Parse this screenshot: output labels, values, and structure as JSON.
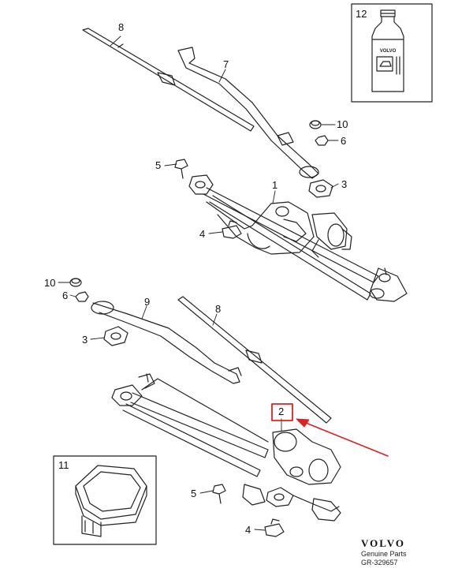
{
  "callouts": {
    "c1": "1",
    "c2": "2",
    "c3a": "3",
    "c3b": "3",
    "c4a": "4",
    "c4b": "4",
    "c5a": "5",
    "c5b": "5",
    "c6a": "6",
    "c6b": "6",
    "c7": "7",
    "c8a": "8",
    "c8b": "8",
    "c9": "9",
    "c10a": "10",
    "c10b": "10",
    "c11": "11",
    "c12": "12"
  },
  "highlight": {
    "color": "#e02020"
  },
  "bottle_label": {
    "brand": "VOLVO"
  },
  "brand": {
    "logo": "VOLVO",
    "tagline": "Genuine Parts",
    "ref": "GR-329657"
  }
}
